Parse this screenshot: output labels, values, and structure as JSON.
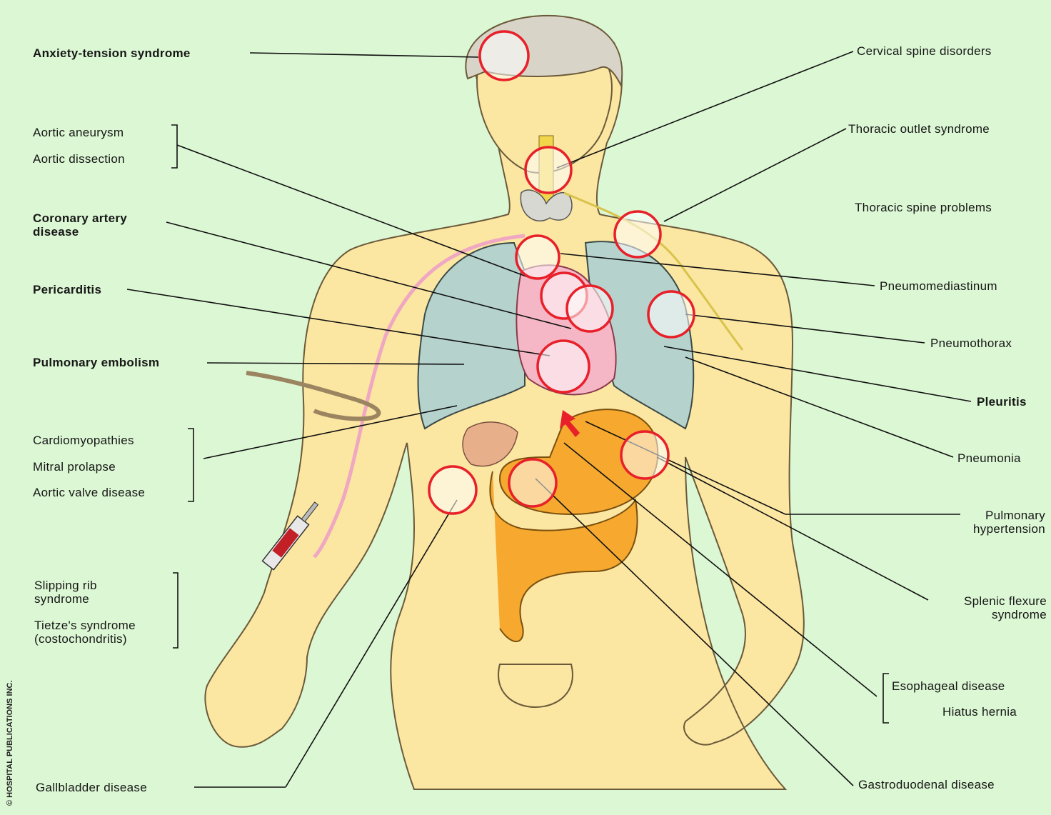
{
  "labels_left": {
    "anxiety": "Anxiety-tension syndrome",
    "aortic_aneurysm": "Aortic aneurysm",
    "aortic_dissection": "Aortic dissection",
    "coronary_1": "Coronary artery",
    "coronary_2": "disease",
    "pericarditis": "Pericarditis",
    "pulmonary_embolism": "Pulmonary embolism",
    "cardiomyopathies": "Cardiomyopathies",
    "mitral_prolapse": "Mitral prolapse",
    "aortic_valve": "Aortic valve disease",
    "slipping_rib_1": "Slipping rib",
    "slipping_rib_2": "syndrome",
    "tietze_1": "Tietze's syndrome",
    "tietze_2": "(costochondritis)",
    "gallbladder": "Gallbladder disease"
  },
  "labels_right": {
    "cervical": "Cervical spine disorders",
    "thoracic_outlet": "Thoracic outlet syndrome",
    "thoracic_spine": "Thoracic spine problems",
    "pneumomediastinum": "Pneumomediastinum",
    "pneumothorax": "Pneumothorax",
    "pleuritis": "Pleuritis",
    "pneumonia": "Pneumonia",
    "pulm_htn_1": "Pulmonary",
    "pulm_htn_2": "hypertension",
    "splenic_1": "Splenic flexure",
    "splenic_2": "syndrome",
    "esophageal": "Esophageal disease",
    "hiatus": "Hiatus hernia",
    "gastroduodenal": "Gastroduodenal disease"
  },
  "copyright": "© HOSPITAL PUBLICATIONS INC.",
  "colors": {
    "background": "#dcf7d4",
    "skin": "#fbe6a2",
    "lung": "#b5d3cc",
    "heart": "#f5b7c6",
    "stomach": "#f6a92e",
    "marker": "#e8202a"
  }
}
